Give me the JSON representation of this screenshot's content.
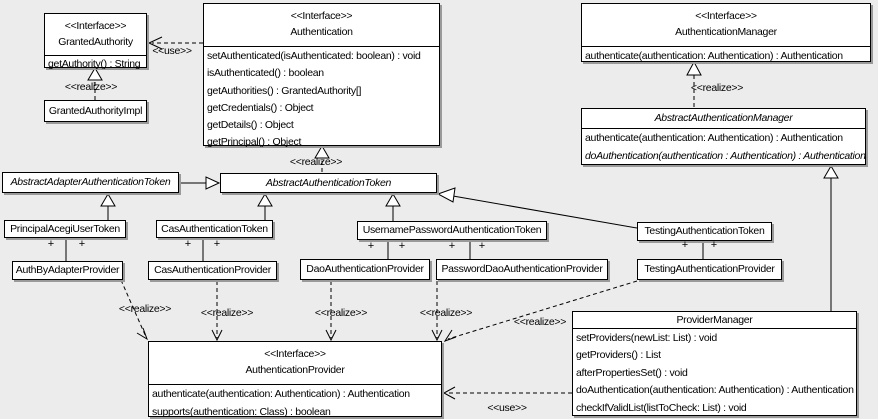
{
  "labels": {
    "use": "<<use>>",
    "realize": "<<realize>>",
    "plus": "+"
  },
  "classes": {
    "granted_authority": {
      "stereotype": "<<Interface>>",
      "name": "GrantedAuthority",
      "methods": [
        "getAuthority() : String"
      ]
    },
    "granted_authority_impl": {
      "name": "GrantedAuthorityImpl"
    },
    "authentication": {
      "stereotype": "<<Interface>>",
      "name": "Authentication",
      "methods": [
        "setAuthenticated(isAuthenticated: boolean) : void",
        "isAuthenticated() : boolean",
        "getAuthorities() : GrantedAuthority[]",
        "getCredentials() : Object",
        "getDetails() : Object",
        "getPrincipal() : Object"
      ]
    },
    "authentication_manager": {
      "stereotype": "<<Interface>>",
      "name": "AuthenticationManager",
      "methods": [
        "authenticate(authentication: Authentication) : Authentication"
      ]
    },
    "abstract_authentication_manager": {
      "name": "AbstractAuthenticationManager",
      "methods": [
        "authenticate(authentication: Authentication) : Authentication",
        "doAuthentication(authentication : Authentication) : Authentication"
      ]
    },
    "abstract_adapter_authentication_token": {
      "name": "AbstractAdapterAuthenticationToken"
    },
    "abstract_authentication_token": {
      "name": "AbstractAuthenticationToken"
    },
    "principal_acegi_user_token": {
      "name": "PrincipalAcegiUserToken"
    },
    "cas_authentication_token": {
      "name": "CasAuthenticationToken"
    },
    "username_password_authentication_token": {
      "name": "UsernamePasswordAuthenticationToken"
    },
    "testing_authentication_token": {
      "name": "TestingAuthenticationToken"
    },
    "auth_by_adapter_provider": {
      "name": "AuthByAdapterProvider"
    },
    "cas_authentication_provider": {
      "name": "CasAuthenticationProvider"
    },
    "dao_authentication_provider": {
      "name": "DaoAuthenticationProvider"
    },
    "password_dao_authentication_provider": {
      "name": "PasswordDaoAuthenticationProvider"
    },
    "testing_authentication_provider": {
      "name": "TestingAuthenticationProvider"
    },
    "authentication_provider": {
      "stereotype": "<<Interface>>",
      "name": "AuthenticationProvider",
      "methods": [
        "authenticate(authentication: Authentication) : Authentication",
        "supports(authentication: Class) : boolean"
      ]
    },
    "provider_manager": {
      "name": "ProviderManager",
      "methods": [
        "setProviders(newList: List) : void",
        "getProviders() : List",
        "afterPropertiesSet() : void",
        "doAuthentication(authentication: Authentication) : Authentication",
        "checkIfValidList(listToCheck: List) : void"
      ]
    }
  },
  "colors": {
    "background": "#ececec",
    "box_fill": "#ffffff",
    "line": "#000000",
    "shadow": "#9a9a9a"
  }
}
